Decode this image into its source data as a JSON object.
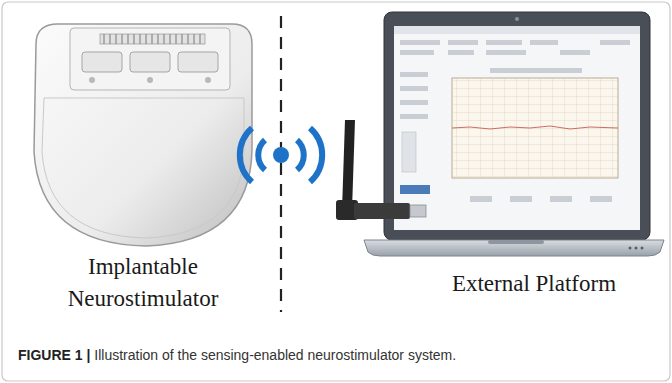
{
  "diagram": {
    "caption": "FIGURE 1 | Illustration of the sensing-enabled neurostimulator system.",
    "labels": [
      "Implantable Neurostimulator",
      "External Platform"
    ]
  }
}
